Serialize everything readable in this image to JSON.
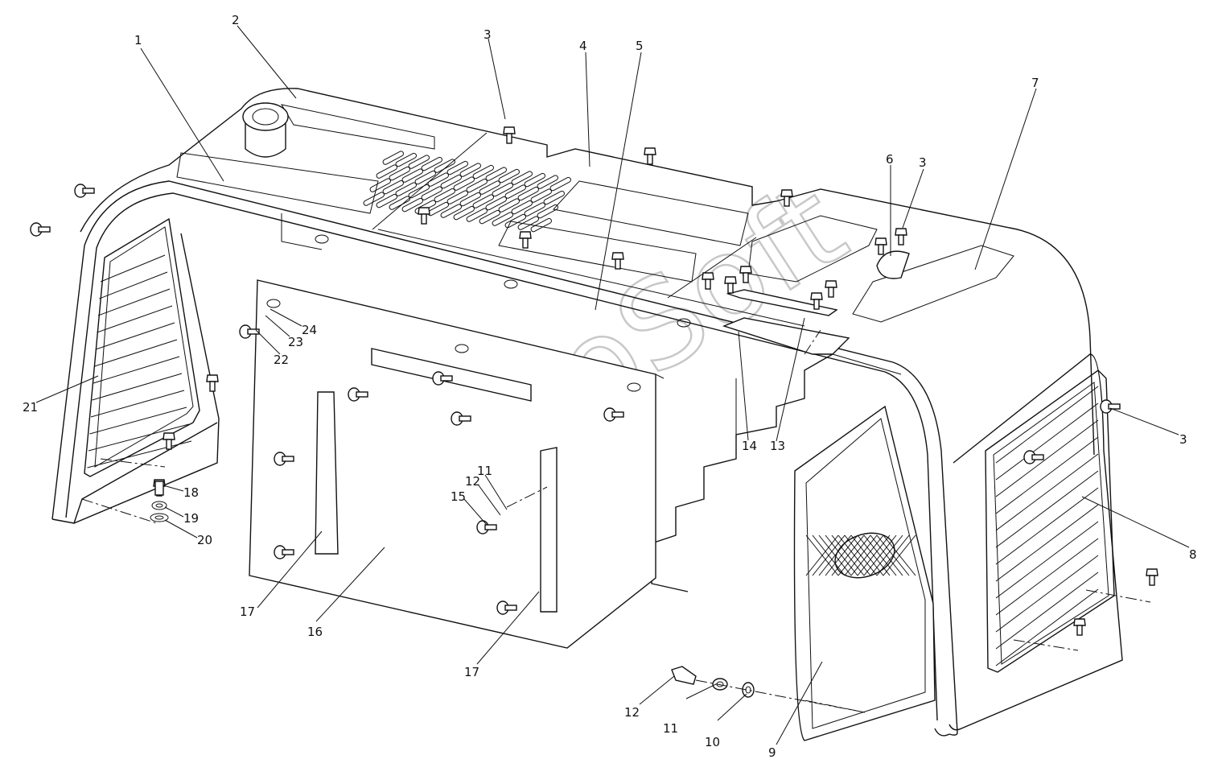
{
  "watermark": "AutoSoft",
  "callouts": [
    {
      "id": "c1",
      "label": "1"
    },
    {
      "id": "c2",
      "label": "2"
    },
    {
      "id": "c3a",
      "label": "3"
    },
    {
      "id": "c4",
      "label": "4"
    },
    {
      "id": "c5",
      "label": "5"
    },
    {
      "id": "c6",
      "label": "6"
    },
    {
      "id": "c3b",
      "label": "3"
    },
    {
      "id": "c7",
      "label": "7"
    },
    {
      "id": "c24",
      "label": "24"
    },
    {
      "id": "c23",
      "label": "23"
    },
    {
      "id": "c22",
      "label": "22"
    },
    {
      "id": "c21",
      "label": "21"
    },
    {
      "id": "c18",
      "label": "18"
    },
    {
      "id": "c19",
      "label": "19"
    },
    {
      "id": "c20",
      "label": "20"
    },
    {
      "id": "c17a",
      "label": "17"
    },
    {
      "id": "c16",
      "label": "16"
    },
    {
      "id": "c11a",
      "label": "11"
    },
    {
      "id": "c12a",
      "label": "12"
    },
    {
      "id": "c15",
      "label": "15"
    },
    {
      "id": "c17b",
      "label": "17"
    },
    {
      "id": "c14",
      "label": "14"
    },
    {
      "id": "c13",
      "label": "13"
    },
    {
      "id": "c3c",
      "label": "3"
    },
    {
      "id": "c8",
      "label": "8"
    },
    {
      "id": "c12b",
      "label": "12"
    },
    {
      "id": "c11b",
      "label": "11"
    },
    {
      "id": "c10",
      "label": "10"
    },
    {
      "id": "c9",
      "label": "9"
    }
  ]
}
